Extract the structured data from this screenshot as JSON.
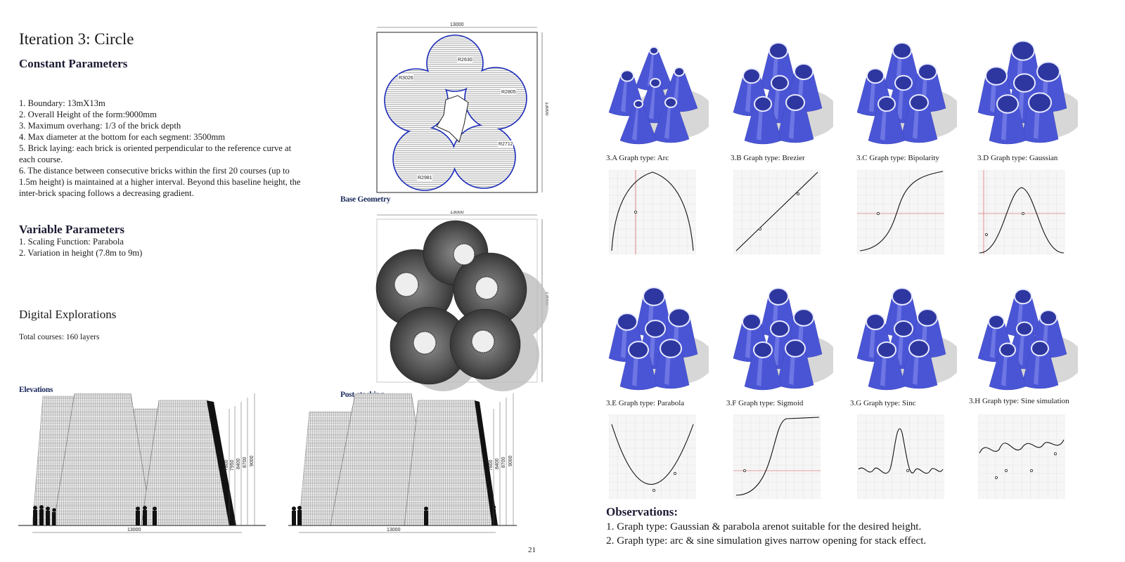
{
  "page": {
    "title": "Iteration 3: Circle",
    "page_number": "21"
  },
  "constant_parameters": {
    "heading": "Constant Parameters",
    "items": [
      "1. Boundary: 13mX13m",
      "2. Overall Height of the form:9000mm",
      "3. Maximum overhang: 1/3 of the brick depth",
      "4. Max diameter at the bottom for each segment: 3500mm",
      "5. Brick laying: each brick is oriented perpendicular to the reference curve at each course.",
      "6. The distance between consecutive bricks within the first 20 courses (up to 1.5m height) is maintained at a higher interval. Beyond this baseline height, the inter-brick spacing follows a decreasing gradient."
    ]
  },
  "variable_parameters": {
    "heading": "Variable Parameters",
    "items": [
      "1. Scaling Function: Parabola",
      "2. Variation in height (7.8m to 9m)"
    ]
  },
  "digital_explorations": {
    "heading": "Digital Explorations",
    "total_courses": "Total courses: 160 layers"
  },
  "captions": {
    "base_geometry": "Base Geometry",
    "elevations": "Elevations",
    "post_stacking": "Post-stacking"
  },
  "base_geometry_plan": {
    "width_dim": "13000",
    "height_dim": "13000",
    "radii": [
      "R2630",
      "R3026",
      "R2805",
      "R2712",
      "R2981"
    ]
  },
  "post_stacking_plan": {
    "width_dim": "13000",
    "height_dim": "13000"
  },
  "elevations": {
    "width_dim": "13000",
    "heights": [
      "7800",
      "7950",
      "8400",
      "8700",
      "9000"
    ]
  },
  "post_stacking_elevation": {
    "width_dim": "13000",
    "heights": [
      "7800",
      "8400",
      "8700",
      "9000"
    ]
  },
  "graph_types": [
    {
      "label": "3.A Graph type: Arc"
    },
    {
      "label": "3.B Graph type: Brezier"
    },
    {
      "label": "3.C Graph type: Bipolarity"
    },
    {
      "label": "3.D Graph type: Gaussian"
    },
    {
      "label": "3.E Graph type: Parabola"
    },
    {
      "label": "3.F Graph type: Sigmoid"
    },
    {
      "label": "3.G Graph type: Sinc"
    },
    {
      "label": "3.H Graph type: Sine simulation"
    }
  ],
  "observations": {
    "title": "Observations:",
    "items": [
      "1. Graph type: Gaussian & parabola arenot suitable for the desired height.",
      "2. Graph type: arc & sine simulation gives narrow opening for stack effect."
    ]
  },
  "colors": {
    "form_blue": "#4a55d6",
    "outline_blue": "#1a2ab8",
    "caption_navy": "#1b2a5c",
    "graph_red": "#d24b4b"
  }
}
